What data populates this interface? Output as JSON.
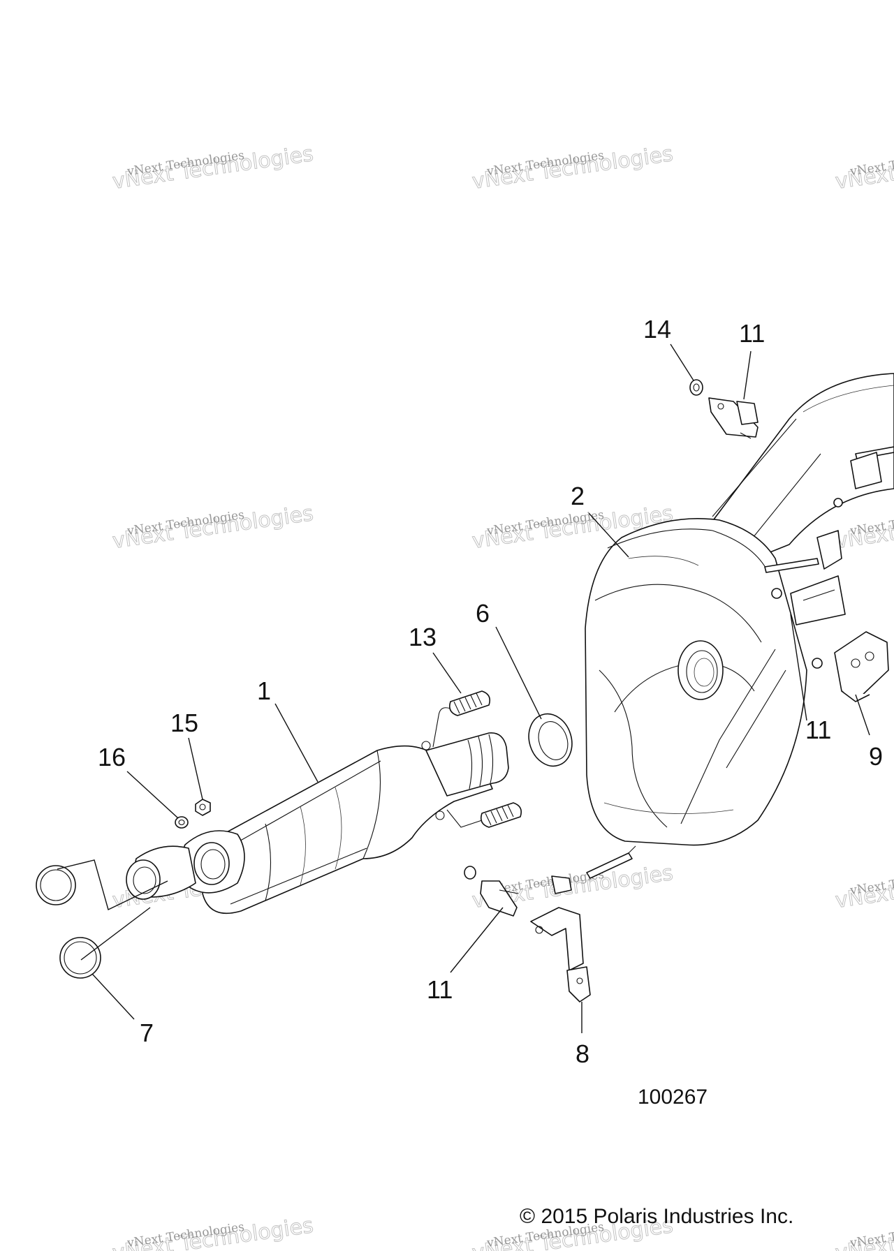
{
  "watermark": {
    "line_small": "vNext Technologies",
    "line_big": "vNext Technologies"
  },
  "callouts": {
    "c1": "1",
    "c2": "2",
    "c6": "6",
    "c7": "7",
    "c8": "8",
    "c9": "9",
    "c11_top": "11",
    "c11_right": "11",
    "c11_bottom": "11",
    "c13": "13",
    "c14": "14",
    "c15": "15",
    "c16": "16"
  },
  "figure_number": "100267",
  "copyright": "© 2015 Polaris Industries Inc."
}
